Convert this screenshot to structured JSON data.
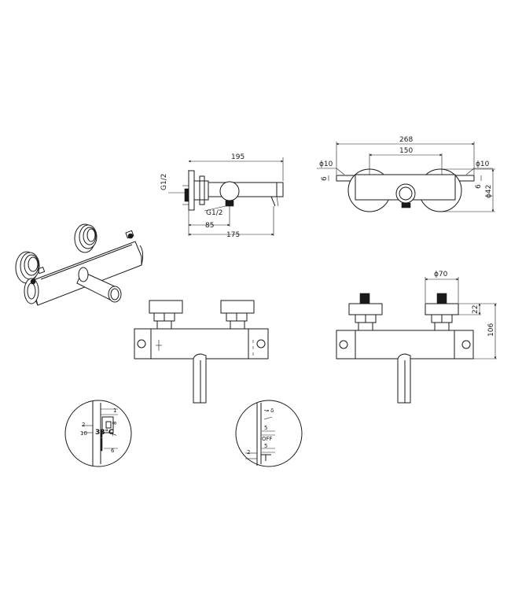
{
  "side_view": {
    "dim_top": "195",
    "thread_left": "G1/2",
    "thread_bottom": "G1/2",
    "dim_mid": "85",
    "dim_bottom": "175"
  },
  "top_view": {
    "dim_overall": "268",
    "dim_centers": "150",
    "dia_left": "ϕ10",
    "dia_right": "ϕ10",
    "dim_left_small": "6",
    "dim_right_small": "6",
    "dia_body": "ϕ42"
  },
  "rear_view": {
    "dia_knob": "ϕ70",
    "dim_knob_height": "22",
    "dim_total_height": "106"
  },
  "detail_temperature": {
    "dim_1": "1",
    "dim_2": "2",
    "dim_10": "10",
    "temp_label": "38°C",
    "dim_7": "7",
    "dim_8": "8",
    "dim_6": "6"
  },
  "detail_flow": {
    "dim_5_top": "5",
    "off_label": "OFF",
    "dim_2": "2",
    "dim_5_bottom": "5"
  }
}
